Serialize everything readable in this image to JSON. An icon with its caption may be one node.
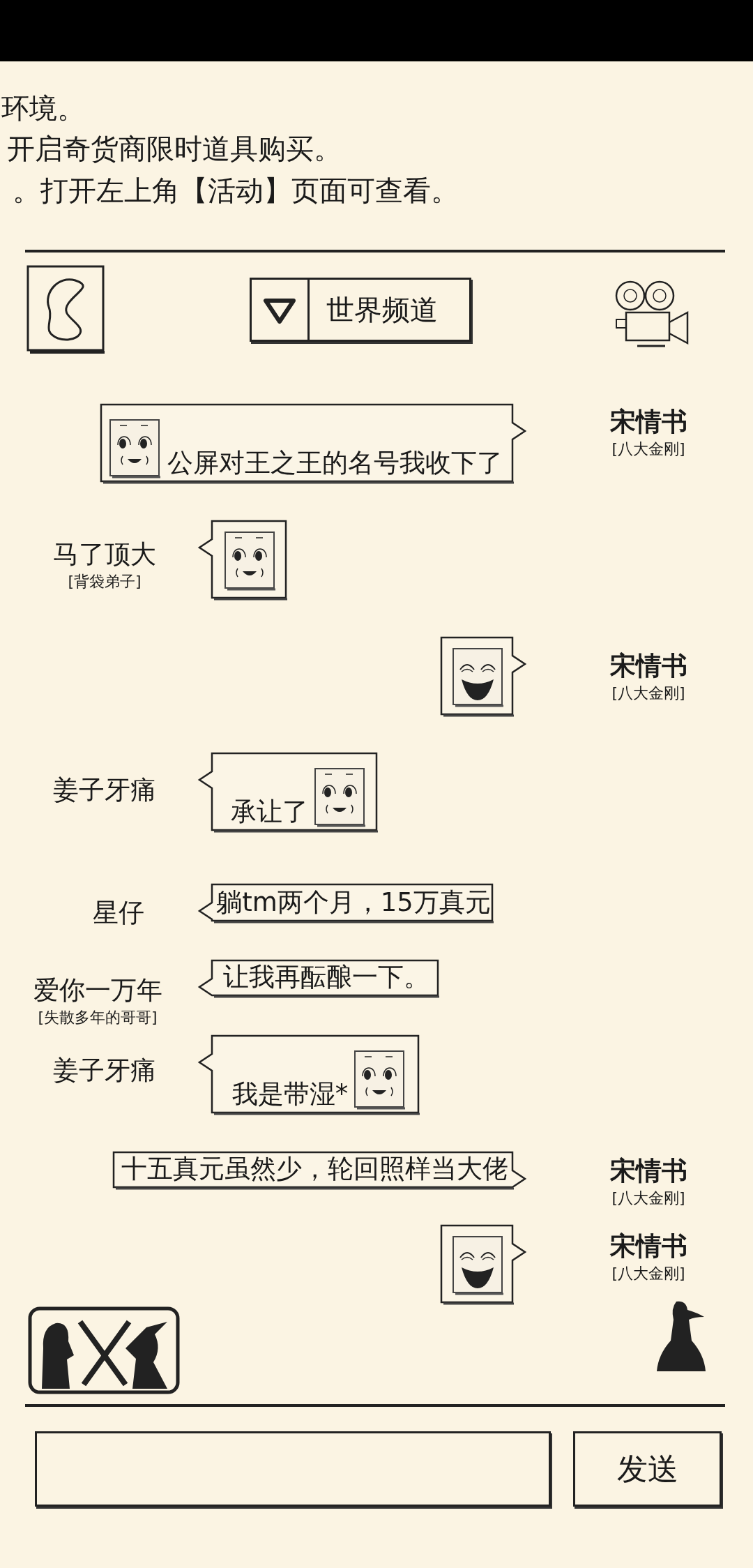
{
  "diagram": {
    "nodes": [
      {
        "text": [
          "公屏对王之王的名号我收下了"
        ],
        "beside": [
          "宋情书",
          "[八大金刚]"
        ]
      },
      {
        "text": [],
        "shape": "box",
        "beside": [
          "马了顶大",
          "[背袋弟子]"
        ]
      },
      {
        "text": [],
        "shape": "box",
        "beside": [
          "宋情书",
          "[八大金刚]"
        ]
      },
      {
        "text": [
          "承让了"
        ],
        "beside": [
          "姜子牙痛"
        ]
      },
      {
        "text": [
          "躺tm两个月，15万真元"
        ],
        "beside": [
          "星仔"
        ]
      },
      {
        "text": [
          "让我再酝酿一下。"
        ],
        "beside": [
          "爱你一万年",
          "[失散多年的哥哥]"
        ]
      },
      {
        "text": [
          "我是带湿*"
        ],
        "beside": [
          "姜子牙痛"
        ]
      },
      {
        "text": [
          "十五真元虽然少，轮回照样当大佬"
        ],
        "beside": [
          "宋情书",
          "[八大金刚]"
        ]
      },
      {
        "text": [],
        "shape": "box",
        "beside": [
          "宋情书",
          "[八大金刚]"
        ]
      },
      {
        "text": [],
        "shape": "bar"
      }
    ],
    "labels": [
      "环境。",
      "开启奇货商限时道具购买。",
      "。打开左上角【活动】页面可查看。",
      "世界频道",
      "发送"
    ]
  }
}
